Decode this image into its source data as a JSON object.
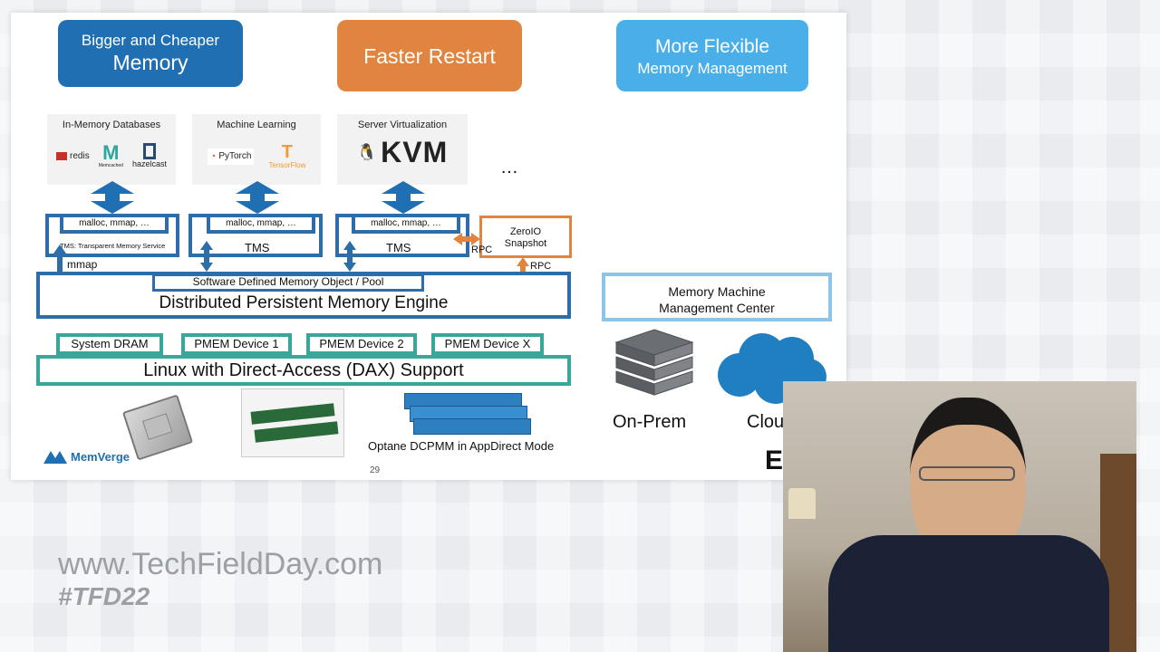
{
  "headers": {
    "memory_l1": "Bigger and Cheaper",
    "memory_l2": "Memory",
    "restart": "Faster Restart",
    "flexible_l1": "More Flexible",
    "flexible_l2": "Memory Management"
  },
  "apps": [
    {
      "caption": "In-Memory Databases",
      "logos": [
        "redis",
        "Memcached",
        "hazelcast"
      ]
    },
    {
      "caption": "Machine Learning",
      "logos": [
        "PyTorch",
        "TensorFlow"
      ]
    },
    {
      "caption": "Server Virtualization",
      "logos": [
        "KVM"
      ]
    }
  ],
  "ellipsis": "…",
  "tms": {
    "malloc": "malloc, mmap, …",
    "tms_full": "TMS: Transparent Memory Service",
    "tms_short": "TMS",
    "mmap": "mmap"
  },
  "zeroio": {
    "line1": "ZeroIO",
    "line2": "Snapshot",
    "rpc": "RPC"
  },
  "engine": {
    "pool": "Software Defined Memory Object / Pool",
    "title": "Distributed Persistent Memory Engine"
  },
  "devices": [
    "System DRAM",
    "PMEM Device 1",
    "PMEM Device 2",
    "PMEM Device X"
  ],
  "linux": "Linux with Direct-Access (DAX) Support",
  "optane": "Optane DCPMM in AppDirect Mode",
  "mmmc": {
    "line1": "Memory Machine",
    "line2": "Management Center"
  },
  "onprem": "On-Prem",
  "cloud": "Clou",
  "brand": "MemVerge",
  "page_number": "29",
  "cut_letter": "E",
  "watermark": {
    "url": "www.TechFieldDay.com",
    "tag": "#TFD22"
  },
  "colors": {
    "dark_blue": "#1f6fb2",
    "orange": "#e0843f",
    "light_blue": "#4aaee8",
    "engine_blue": "#2d6ea8",
    "teal": "#3aa69a",
    "cloud": "#1f7fc1"
  }
}
